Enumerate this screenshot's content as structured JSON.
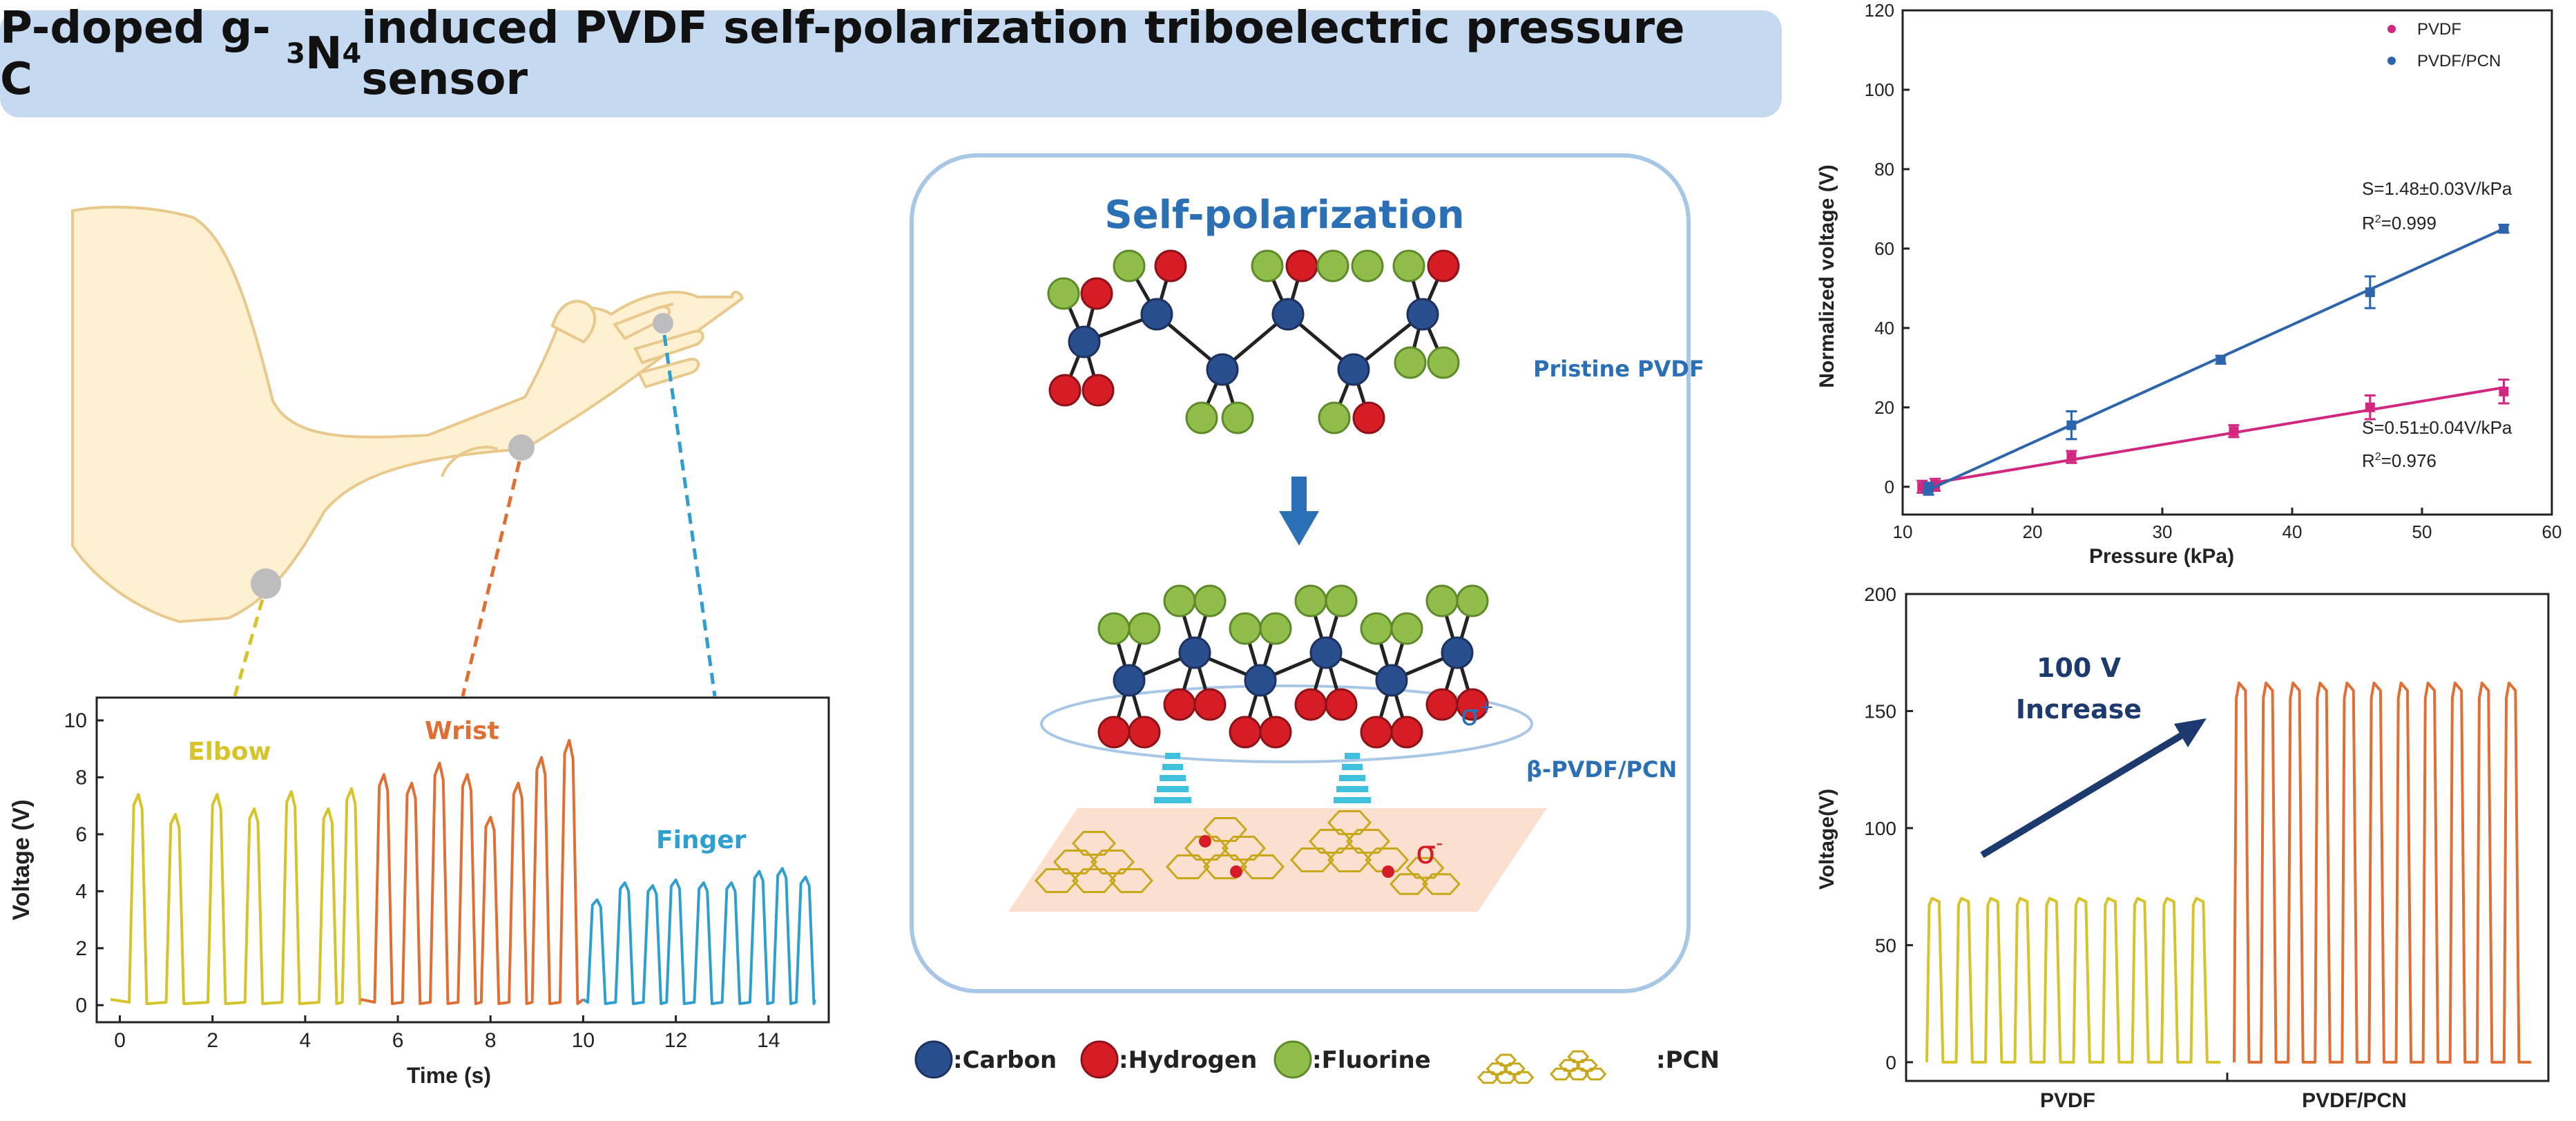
{
  "title": {
    "p1": "P-doped g-C",
    "s1": "3",
    "p2": "N",
    "s2": "4",
    "p3": " induced PVDF self-polarization triboelectric pressure sensor"
  },
  "center": {
    "heading": "Self-polarization",
    "pristine_label": "Pristine PVDF",
    "beta_label": "β-PVDF/PCN",
    "sigma_plus": "σ",
    "sigma_plus_sup": "+",
    "sigma_minus": "σ",
    "sigma_minus_sup": "-"
  },
  "legend": {
    "carbon": ":Carbon",
    "hydrogen": ":Hydrogen",
    "fluorine": ":Fluorine",
    "pcn": ":PCN"
  },
  "colors": {
    "carbon": "#2a4f8f",
    "hydrogen": "#d61d26",
    "fluorine": "#8fbf4a",
    "elbow": "#d7c32a",
    "wrist": "#e06f34",
    "finger": "#2f9fd0",
    "pvdf": "#d1277f",
    "pvdf_pcn": "#2c64ad",
    "pcn": "#c8a81a"
  },
  "chart_data": [
    {
      "type": "line",
      "xlabel": "Time (s)",
      "ylabel": "Voltage (V)",
      "xlim": [
        -0.5,
        15.3
      ],
      "ylim": [
        -0.6,
        10.8
      ],
      "xticks": [
        0,
        2,
        4,
        6,
        8,
        10,
        12,
        14
      ],
      "yticks": [
        0,
        2,
        4,
        6,
        8,
        10
      ],
      "series": [
        {
          "name": "Elbow",
          "x_range": [
            -0.2,
            5.2
          ],
          "peaks": [
            7.4,
            6.7,
            7.4,
            6.9,
            7.5,
            6.9,
            7.6
          ],
          "peak_x": [
            0.4,
            1.2,
            2.1,
            2.9,
            3.7,
            4.5,
            5.0
          ]
        },
        {
          "name": "Wrist",
          "x_range": [
            5.2,
            10.0
          ],
          "peaks": [
            8.1,
            7.8,
            8.5,
            8.1,
            6.6,
            7.8,
            8.7,
            9.3
          ],
          "peak_x": [
            5.7,
            6.3,
            6.9,
            7.5,
            8.0,
            8.6,
            9.1,
            9.7
          ]
        },
        {
          "name": "Finger",
          "x_range": [
            10.0,
            15.0
          ],
          "peaks": [
            3.7,
            4.3,
            4.2,
            4.4,
            4.3,
            4.3,
            4.7,
            4.8,
            4.5
          ],
          "peak_x": [
            10.3,
            10.9,
            11.5,
            12.0,
            12.6,
            13.2,
            13.8,
            14.3,
            14.8
          ]
        }
      ]
    },
    {
      "type": "scatter",
      "xlabel": "Pressure (kPa)",
      "ylabel": "Normalized voltage (V)",
      "xlim": [
        10,
        60
      ],
      "ylim": [
        -7,
        120
      ],
      "xticks": [
        10,
        20,
        30,
        40,
        50,
        60
      ],
      "yticks": [
        0,
        20,
        40,
        60,
        80,
        100,
        120
      ],
      "series": [
        {
          "name": "PVDF",
          "x": [
            11.5,
            12.5,
            23,
            35.5,
            46,
            56.3
          ],
          "y": [
            0,
            0.5,
            7.5,
            14,
            20,
            24
          ],
          "err": [
            1.5,
            1.5,
            1.5,
            1.5,
            3,
            3
          ],
          "fit_x": [
            11.5,
            56.3
          ],
          "fit_y": [
            0.5,
            25
          ],
          "annotation1": "S=0.51±0.04V/kPa",
          "annotation2": "R",
          "annotation2_sup": "2",
          "annotation2_rest": "=0.976"
        },
        {
          "name": "PVDF/PCN",
          "x": [
            12,
            23,
            34.5,
            46,
            56.3
          ],
          "y": [
            -0.5,
            15.5,
            32,
            49,
            65
          ],
          "err": [
            1.5,
            3.5,
            1,
            4,
            1
          ],
          "fit_x": [
            11.5,
            56.3
          ],
          "fit_y": [
            -1.5,
            65
          ],
          "annotation1": "S=1.48±0.03V/kPa",
          "annotation2": "R",
          "annotation2_sup": "2",
          "annotation2_rest": "=0.999"
        }
      ]
    },
    {
      "type": "line",
      "xlabel": "",
      "ylabel": "Voltage(V)",
      "ylim": [
        -8,
        200
      ],
      "yticks": [
        0,
        50,
        100,
        150,
        200
      ],
      "categories": [
        "PVDF",
        "PVDF/PCN"
      ],
      "series": [
        {
          "name": "PVDF",
          "peak": 70,
          "cycles": 10
        },
        {
          "name": "PVDF/PCN",
          "peak": 162,
          "cycles": 11
        }
      ],
      "annotation": [
        "100 V",
        "Increase"
      ]
    }
  ]
}
